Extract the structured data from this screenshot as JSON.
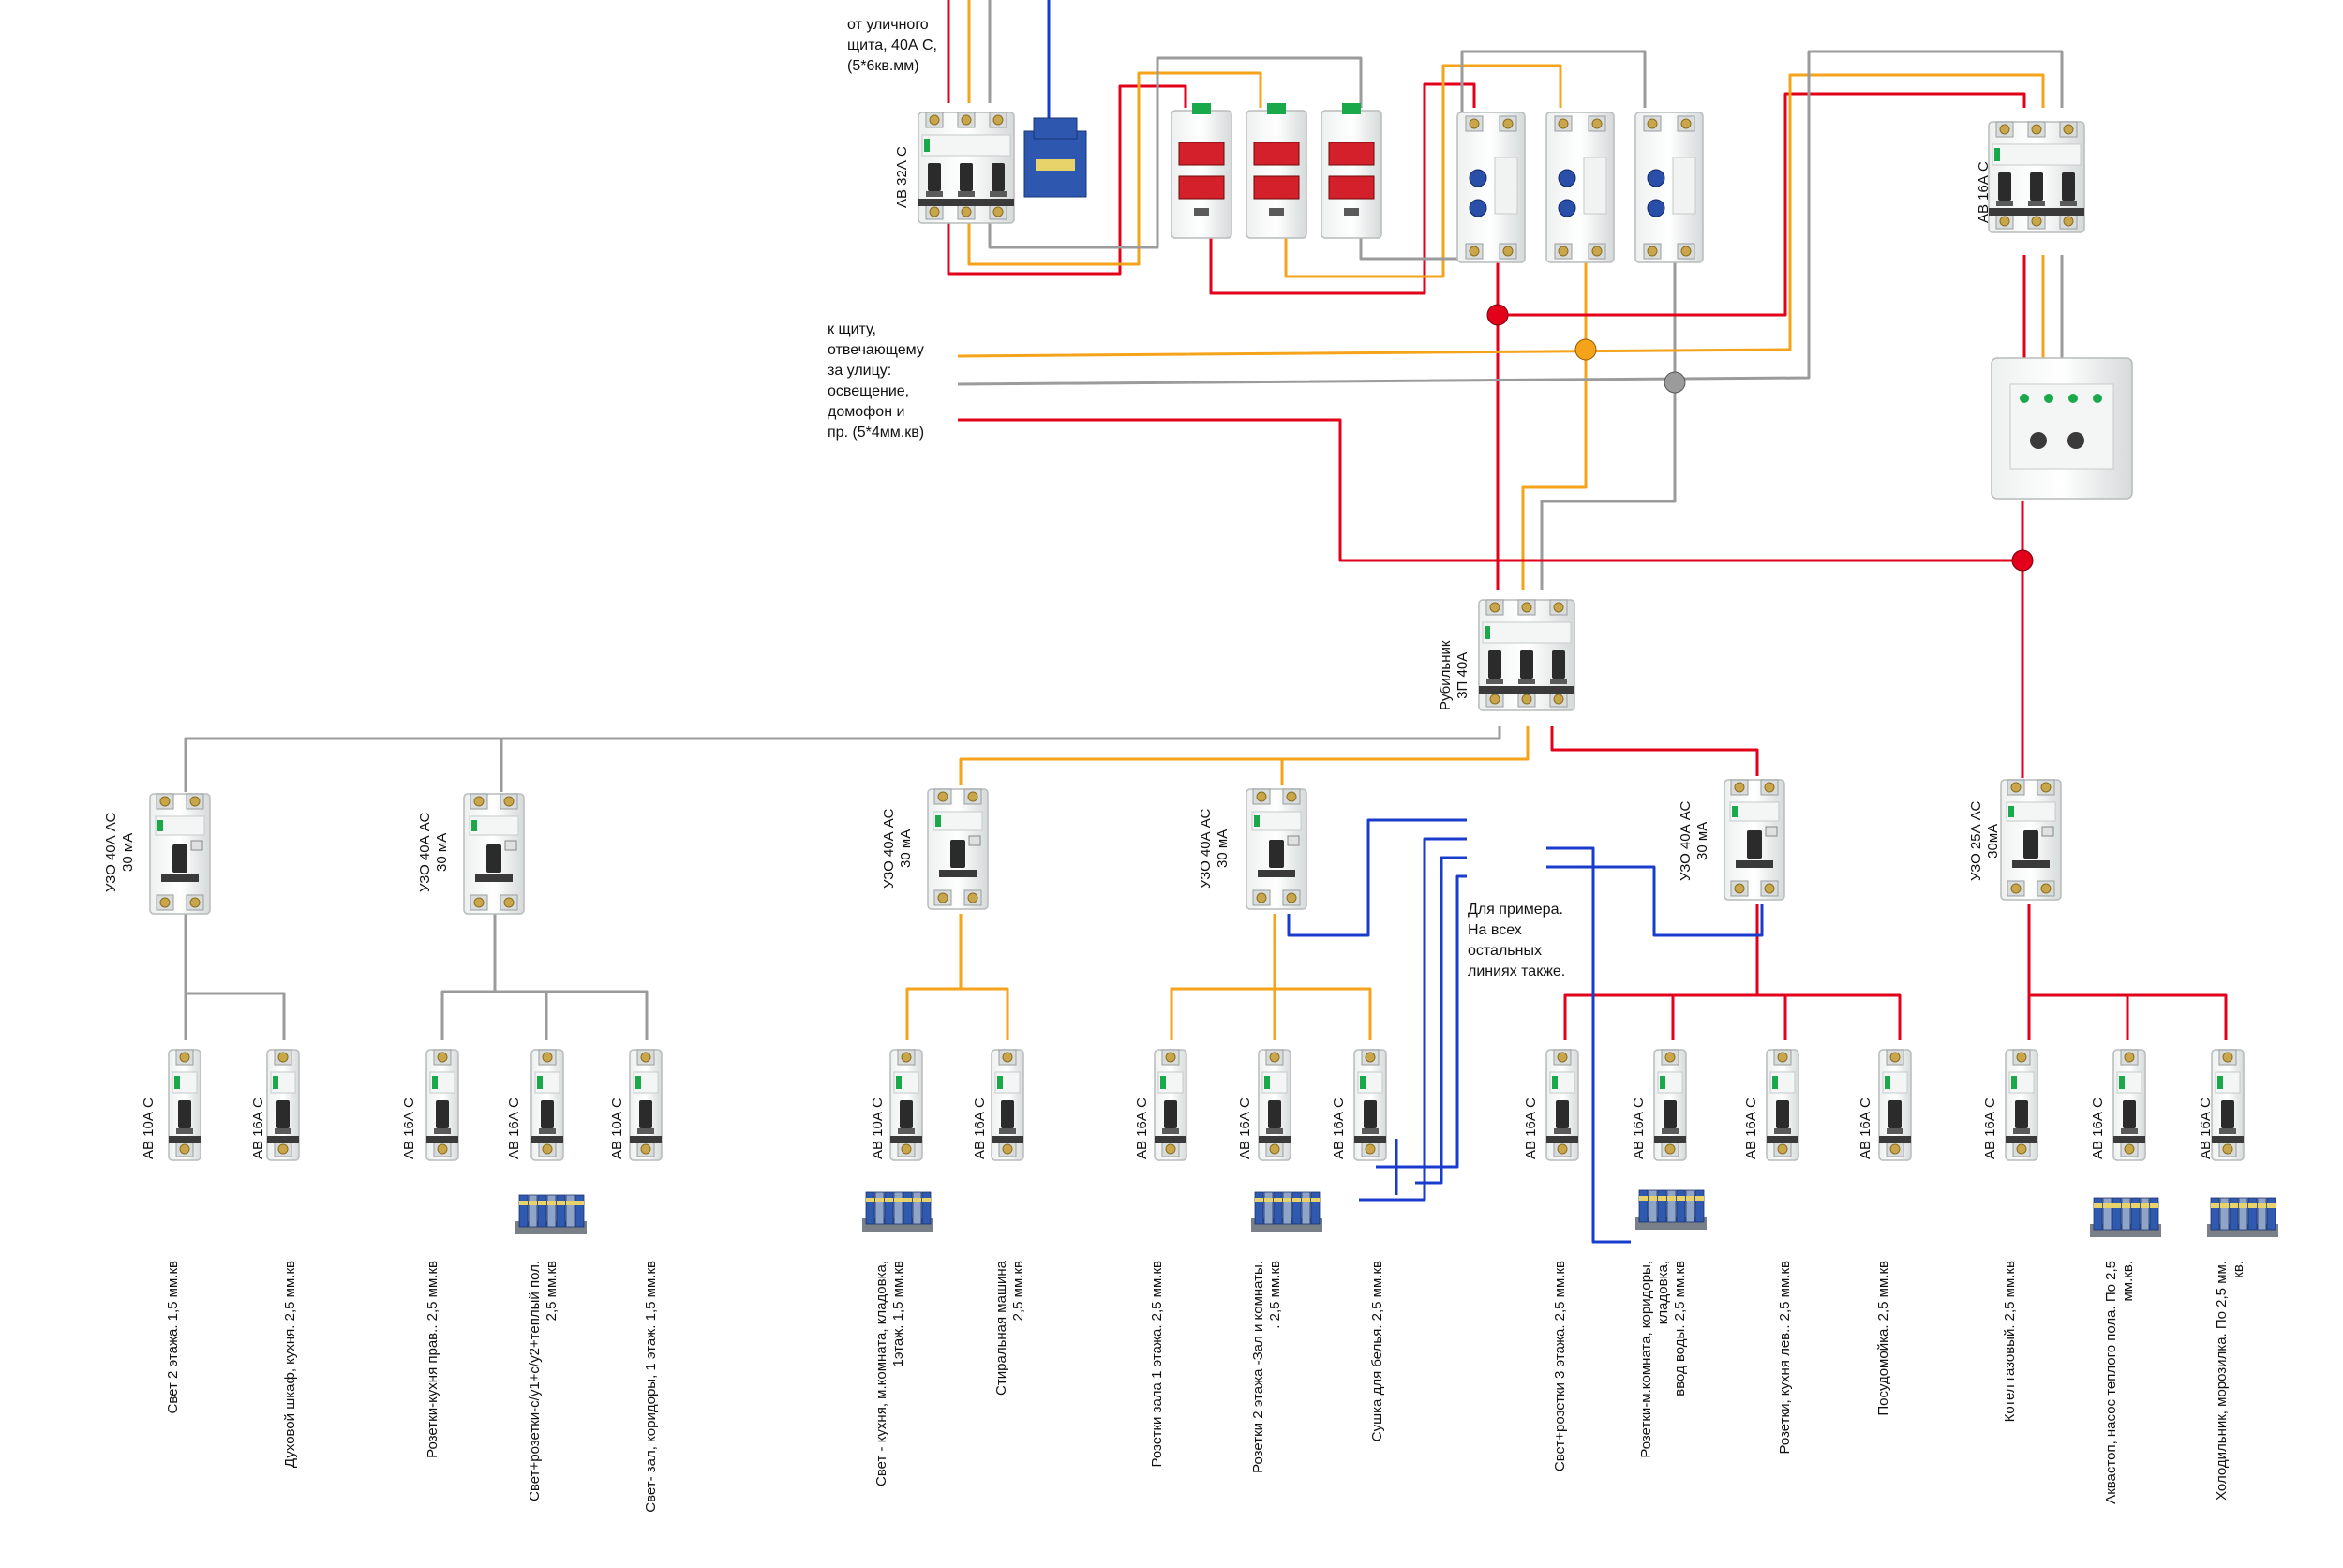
{
  "colors": {
    "red": "#e2001a",
    "orange": "#f5a31a",
    "gray": "#9b9b9b",
    "blue": "#1a3ccc",
    "green": "#19a84a",
    "display": "#d4202a",
    "knob": "#2a4fa8"
  },
  "notes": {
    "incoming": [
      "от уличного",
      "щита, 40А С,",
      "(5*6кв.мм)"
    ],
    "outdoor": [
      "к щиту,",
      "отвечающему",
      "за улицу:",
      "освещение,",
      "домофон и",
      "пр. (5*4мм.кв)"
    ],
    "example": [
      "Для примера.",
      "На всех",
      "остальных",
      "линиях также."
    ]
  },
  "labels": {
    "main_breaker": "АВ 32А С",
    "relay_breaker": "АВ 16А С",
    "switch": [
      "Рубильник",
      "3П 40А"
    ],
    "rcd": [
      [
        "УЗО 40А АС",
        "30 мА"
      ],
      [
        "УЗО 40А АС",
        "30 мА"
      ],
      [
        "УЗО 40А АС",
        "30 мА"
      ],
      [
        "УЗО 40А АС",
        "30 мА"
      ],
      [
        "УЗО 40А АС",
        "30 мА"
      ],
      [
        "УЗО 25А АС",
        "30мА"
      ]
    ]
  },
  "breakers": [
    {
      "rating": "АВ 10А С",
      "load": [
        "Свет 2 этажа. 1,5 мм.кв"
      ]
    },
    {
      "rating": "АВ 16А С",
      "load": [
        "Духовой шкаф, кухня. 2,5 мм.кв"
      ]
    },
    {
      "rating": "АВ 16А С",
      "load": [
        "Розетки-кухня прав.. 2,5 мм.кв"
      ]
    },
    {
      "rating": "АВ 16А С",
      "load": [
        "Свет+розетки-с/у1+с/у2+теплый пол.",
        "2,5 мм.кв"
      ]
    },
    {
      "rating": "АВ 10А С",
      "load": [
        "Свет- зал, коридоры, 1 этаж. 1,5 мм.кв"
      ]
    },
    {
      "rating": "АВ 10А С",
      "load": [
        "Свет - кухня, м.комната, кладовка,",
        "1этаж. 1,5 мм.кв"
      ]
    },
    {
      "rating": "АВ 16А С",
      "load": [
        "Стиральная машина",
        "2,5 мм.кв"
      ]
    },
    {
      "rating": "АВ 16А С",
      "load": [
        "Розетки зала 1 этажа. 2,5 мм.кв"
      ]
    },
    {
      "rating": "АВ 16А С",
      "load": [
        "Розетки 2 этажа -Зал и комнаты.",
        ". 2,5 мм.кв"
      ]
    },
    {
      "rating": "АВ 16А С",
      "load": [
        "Сушка для белья. 2,5 мм.кв"
      ]
    },
    {
      "rating": "АВ 16А С",
      "load": [
        "Свет+розетки 3 этажа. 2,5 мм.кв"
      ]
    },
    {
      "rating": "АВ 16А С",
      "load": [
        "Розетки-м.комната, коридоры,",
        "кладовка,",
        "ввод воды. 2,5 мм.кв"
      ]
    },
    {
      "rating": "АВ 16А С",
      "load": [
        "Розетки, кухня лев.. 2,5 мм.кв"
      ]
    },
    {
      "rating": "АВ 16А С",
      "load": [
        "Посудомойка. 2,5 мм.кв"
      ]
    },
    {
      "rating": "АВ 16А С",
      "load": [
        "Котел газовый. 2,5 мм.кв"
      ]
    },
    {
      "rating": "АВ 16А С",
      "load": [
        "Аквастоп, насос теплого пола. По 2,5",
        "мм.кв."
      ]
    },
    {
      "rating": "АВ 16А С",
      "load": [
        "Холодильник, морозилка. По 2,5 мм.",
        "кв."
      ]
    }
  ]
}
